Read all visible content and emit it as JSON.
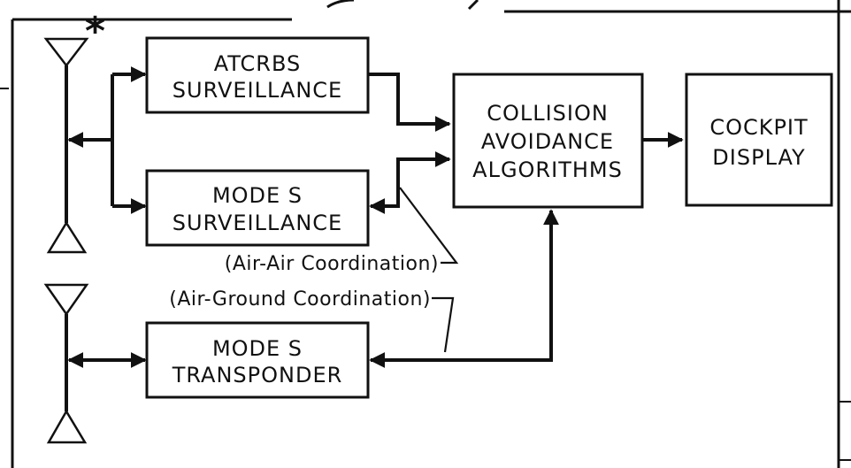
{
  "blocks": {
    "atcrbs": {
      "line1": "ATCRBS",
      "line2": "SURVEILLANCE"
    },
    "modes_surv": {
      "line1": "MODE S",
      "line2": "SURVEILLANCE"
    },
    "cas": {
      "line1": "COLLISION",
      "line2": "AVOIDANCE",
      "line3": "ALGORITHMS"
    },
    "display": {
      "line1": "COCKPIT",
      "line2": "DISPLAY"
    },
    "transponder": {
      "line1": "MODE S",
      "line2": "TRANSPONDER"
    }
  },
  "annotations": {
    "air_air": "(Air-Air Coordination)",
    "air_ground": "(Air-Ground Coordination)",
    "asterisk": "*"
  }
}
